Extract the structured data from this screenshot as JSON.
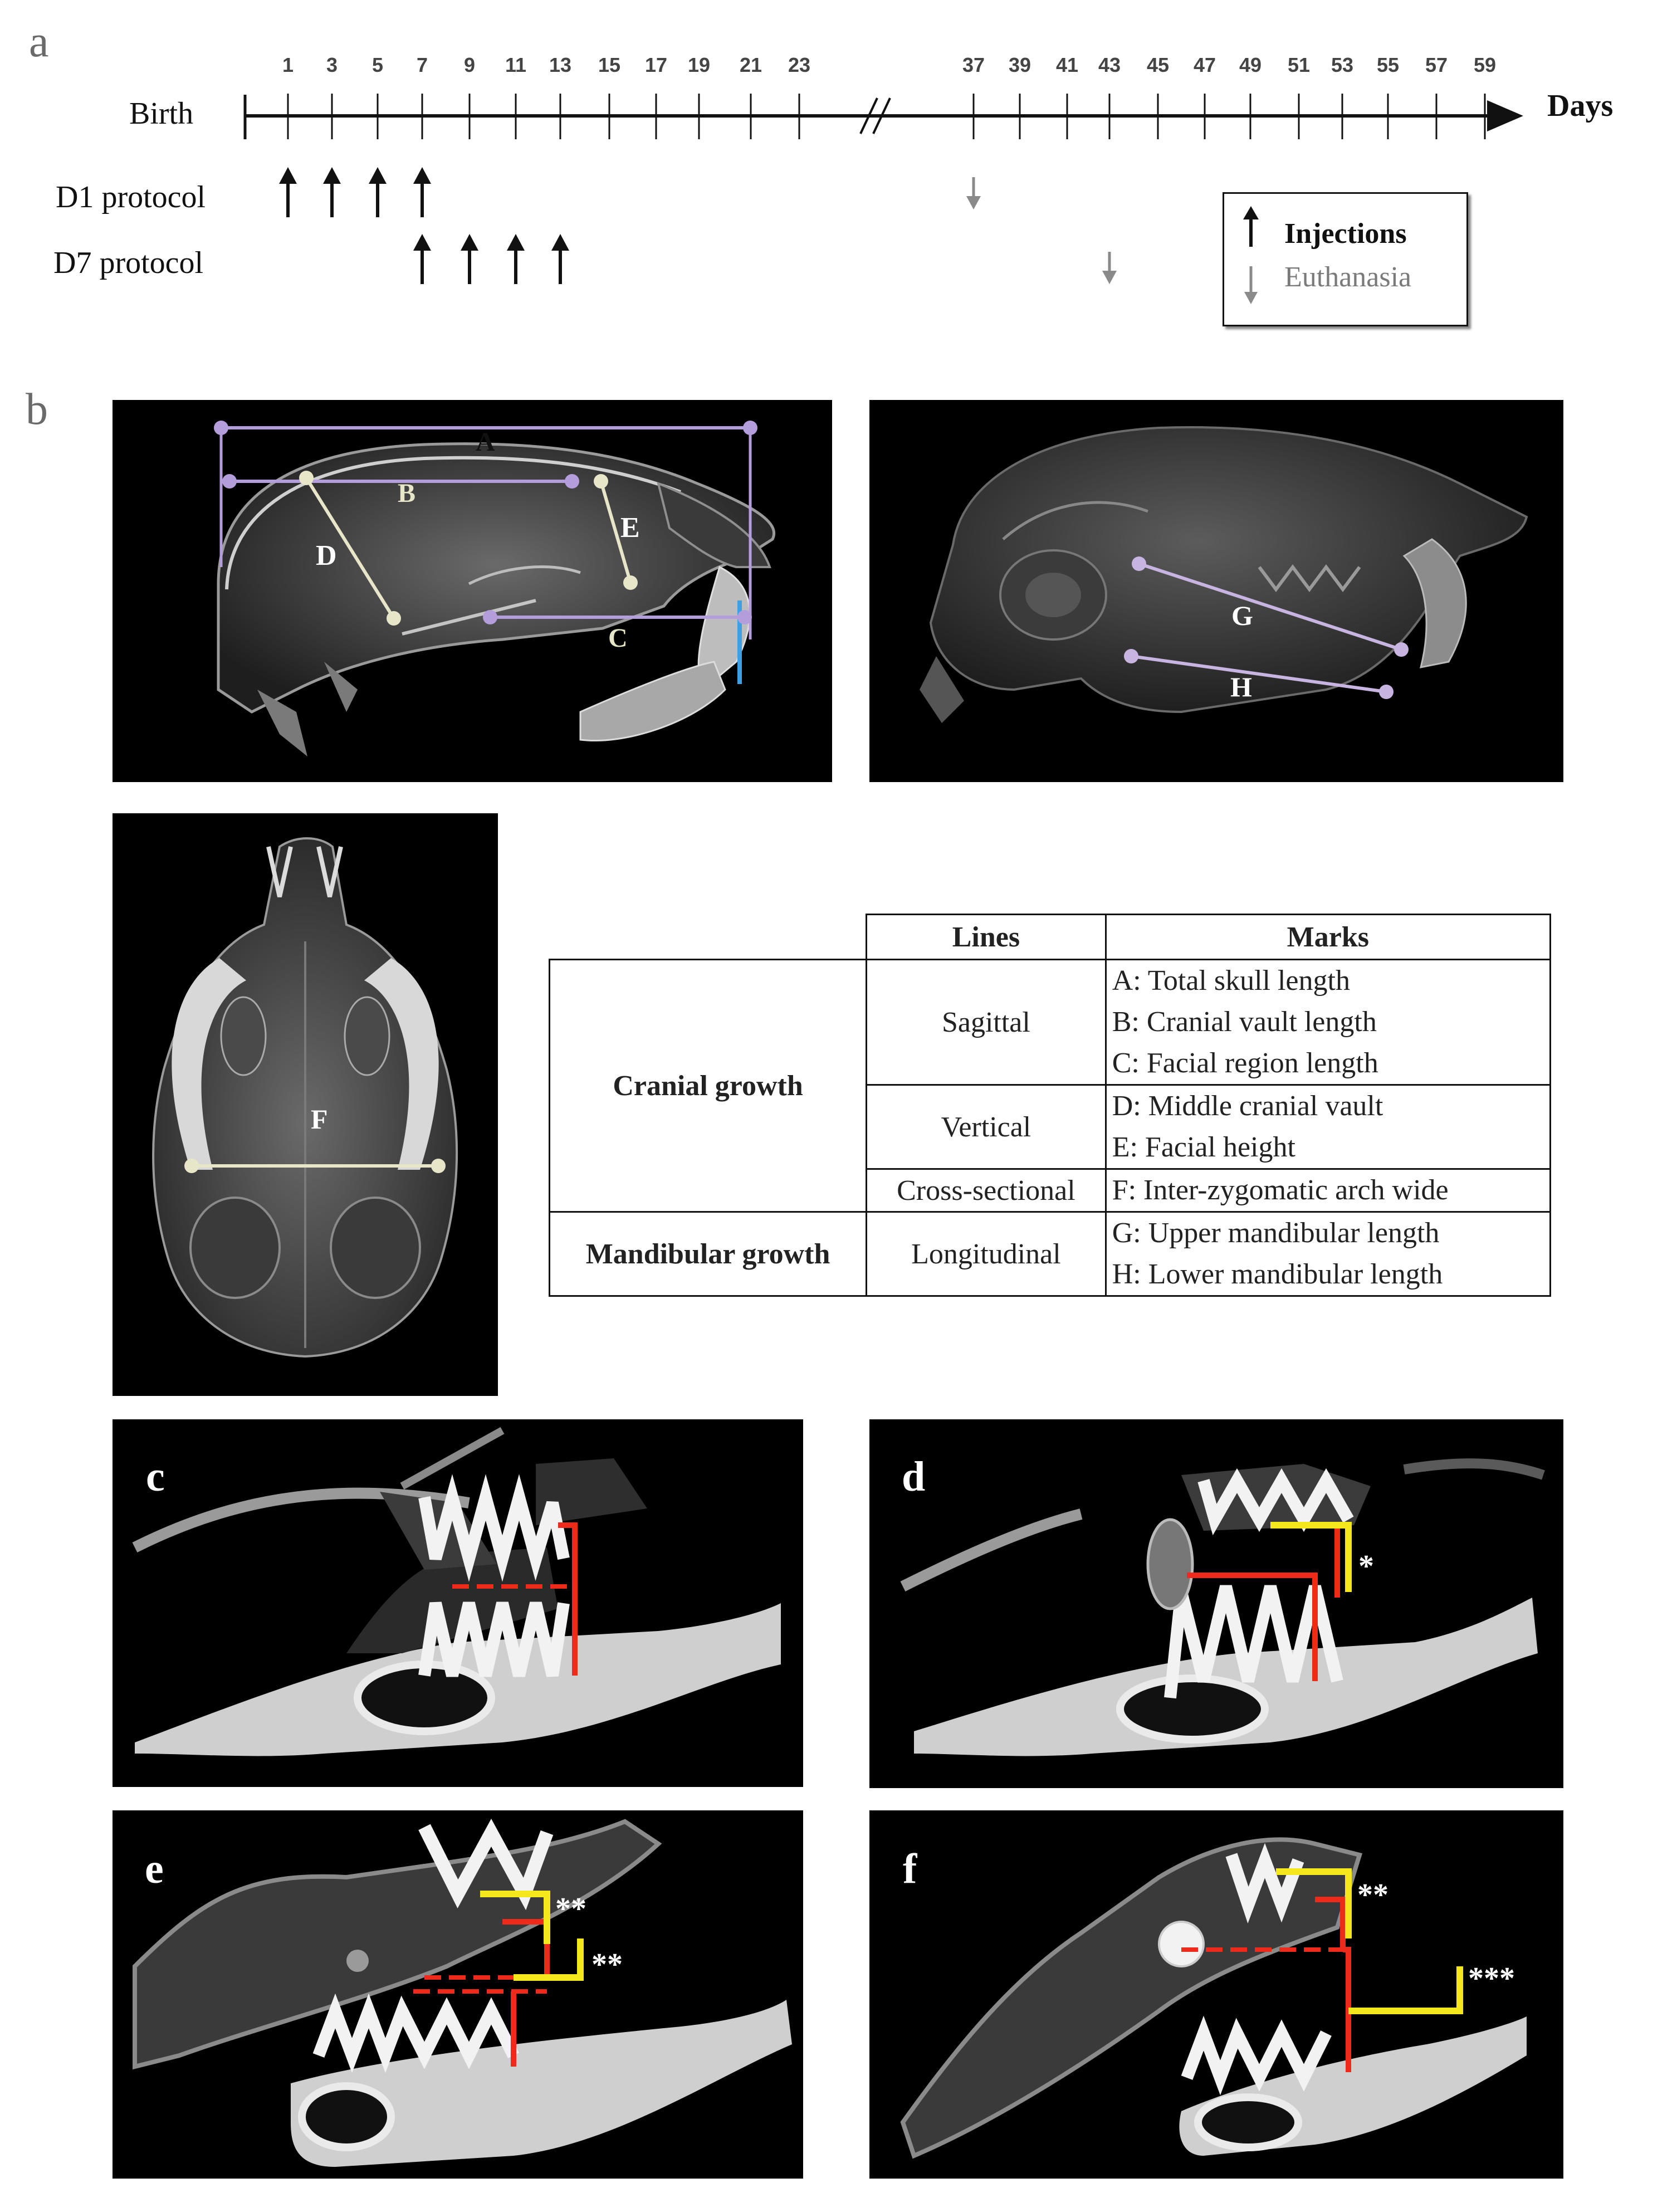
{
  "panels": {
    "a": "a",
    "b": "b",
    "c": "c",
    "d": "d",
    "e": "e",
    "f": "f"
  },
  "timeline": {
    "birth_label": "Birth",
    "days_label": "Days",
    "ticks_left": [
      "1",
      "3",
      "5",
      "7",
      "9",
      "11",
      "13",
      "15",
      "17",
      "19",
      "21",
      "23"
    ],
    "ticks_right": [
      "37",
      "39",
      "41",
      "43",
      "45",
      "47",
      "49",
      "51",
      "53",
      "55",
      "57",
      "59"
    ],
    "protocols": [
      {
        "label": "D1 protocol",
        "injection_days": [
          1,
          3,
          5,
          7
        ],
        "euthanasia_day": 37
      },
      {
        "label": "D7 protocol",
        "injection_days": [
          7,
          9,
          11,
          13
        ],
        "euthanasia_day": 43
      }
    ],
    "legend": {
      "injections": "Injections",
      "euthanasia": "Euthanasia"
    }
  },
  "measure_labels": {
    "A": "A",
    "B": "B",
    "C": "C",
    "D": "D",
    "E": "E",
    "F": "F",
    "G": "G",
    "H": "H"
  },
  "colors": {
    "lavender": "#b39ddb",
    "cream": "#e8e6c8",
    "red": "#ee2a1a",
    "yellow": "#f4e81c",
    "grey_arrow": "#8a8a8a"
  },
  "table": {
    "headers": [
      "Lines",
      "Marks"
    ],
    "groups": [
      {
        "name": "Cranial growth",
        "rows": [
          {
            "line": "Sagittal",
            "marks": [
              "A: Total skull length",
              "B: Cranial vault length",
              "C: Facial region length"
            ]
          },
          {
            "line": "Vertical",
            "marks": [
              "D: Middle cranial vault",
              "E: Facial height"
            ]
          },
          {
            "line": "Cross-sectional",
            "marks": [
              "F: Inter-zygomatic arch wide"
            ]
          }
        ]
      },
      {
        "name": "Mandibular growth",
        "rows": [
          {
            "line": "Longitudinal",
            "marks": [
              "G: Upper mandibular length",
              "H: Lower mandibular length"
            ]
          }
        ]
      }
    ]
  },
  "significance": {
    "d": [
      "*"
    ],
    "e": [
      "**",
      "**"
    ],
    "f": [
      "**",
      "***"
    ]
  }
}
